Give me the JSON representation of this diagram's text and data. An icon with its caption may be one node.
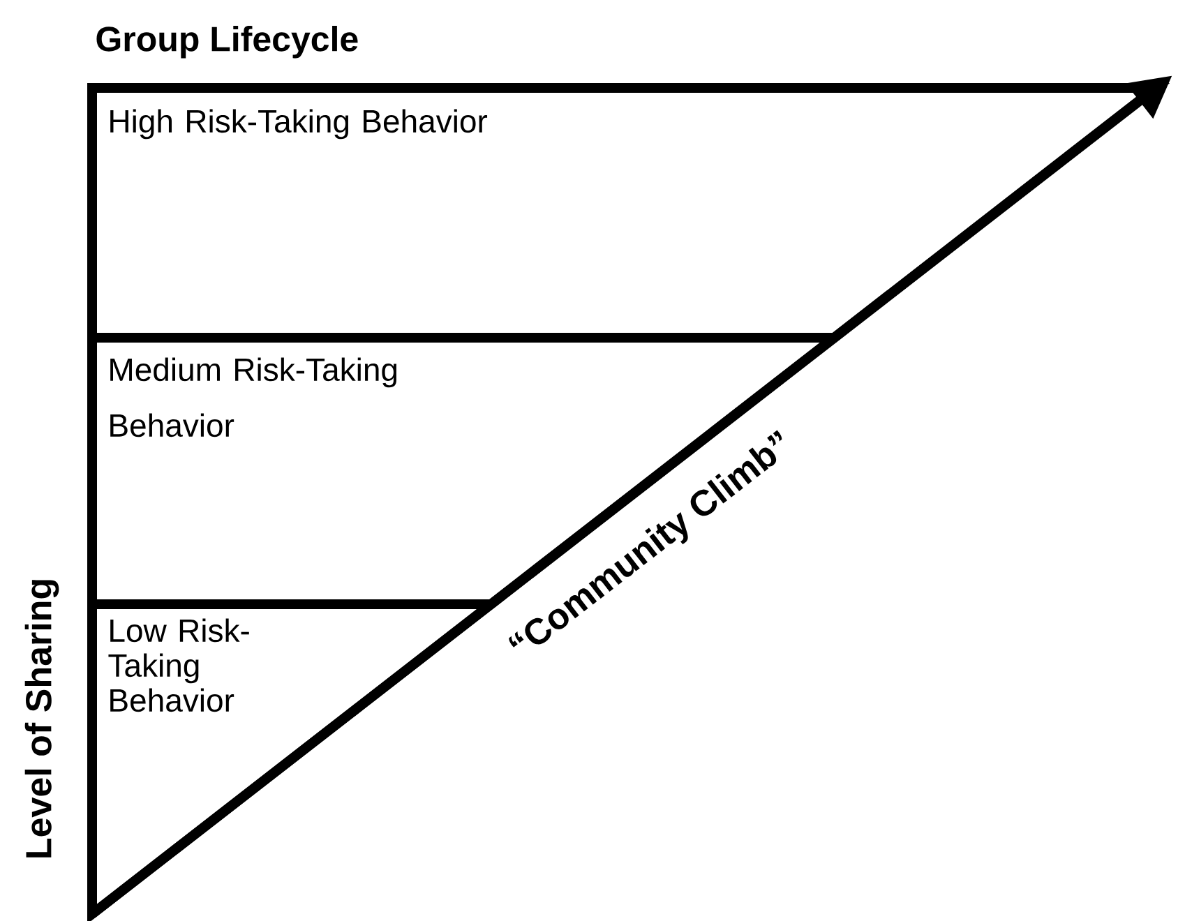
{
  "diagram": {
    "title": "Group Lifecycle",
    "nodes": [
      {
        "text": [
          "High Risk-Taking Behavior"
        ]
      },
      {
        "text": [
          "Medium Risk-Taking Behavior"
        ]
      },
      {
        "text": [
          "Low Risk-Taking Behavior"
        ]
      }
    ],
    "edges": [
      {
        "from": 2,
        "to": 0,
        "arrow": "to",
        "label": "“Community Climb”"
      }
    ],
    "labels": [
      "Level of Sharing"
    ]
  }
}
